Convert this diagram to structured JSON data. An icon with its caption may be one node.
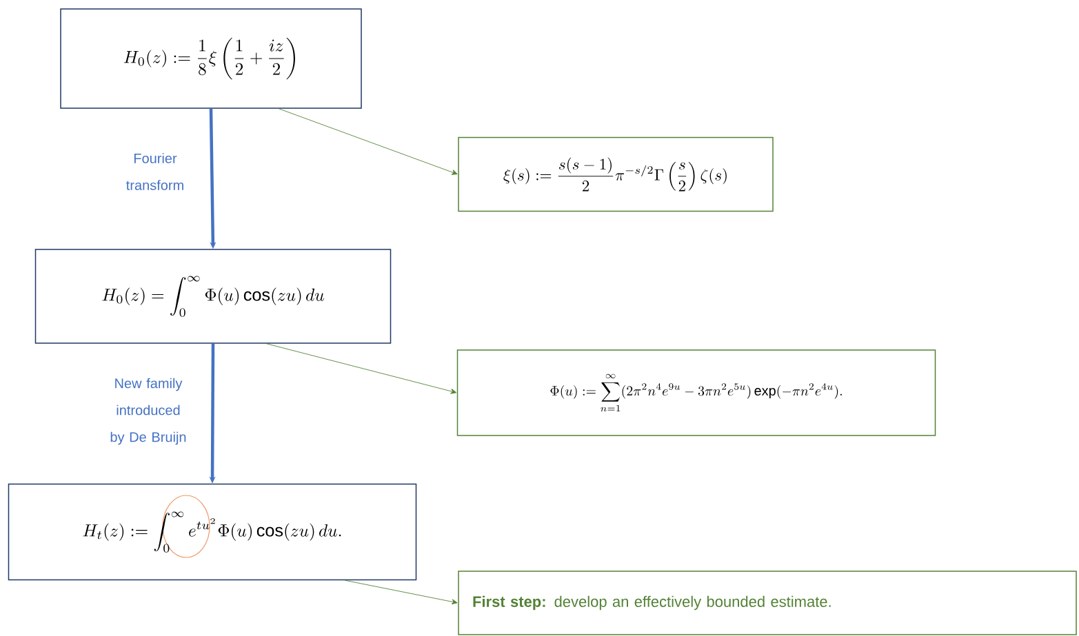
{
  "diagram": {
    "nodes": [
      {
        "text": [
          "H_0(z) := \\frac{1}{8}\\xi\\left(\\frac{1}{2}+\\frac{iz}{2}\\right)"
        ]
      },
      {
        "text": [
          "\\xi(s) := \\frac{s(s-1)}{2}\\pi^{-s/2}\\Gamma\\left(\\frac{s}{2}\\right)\\zeta(s)"
        ]
      },
      {
        "text": [
          "H_0(z) = \\int_0^\\infty \\Phi(u)\\cos(zu)\\,du"
        ]
      },
      {
        "text": [
          "\\Phi(u) := \\sum_{n=1}^\\infty (2\\pi^2n^4e^{9u}-3\\pi n^2e^{5u})\\exp(-\\pi n^2e^{4u})."
        ]
      },
      {
        "text": [
          "H_t(z) := \\int_0^\\infty e^{tu^2}\\Phi(u)\\cos(zu)\\,du."
        ]
      },
      {
        "text": [
          "**First step:** develop an effectively bounded estimate."
        ]
      }
    ],
    "edges": [
      {
        "from": 0,
        "to": 2,
        "arrow": "to",
        "label": "Fourier transform",
        "style": "thick",
        "color": "#4472c4"
      },
      {
        "from": 0,
        "to": 1,
        "arrow": "to"
      },
      {
        "from": 2,
        "to": 4,
        "arrow": "to",
        "label": "New family introduced by De Bruijn",
        "style": "thick",
        "color": "#4472c4"
      },
      {
        "from": 2,
        "to": 3,
        "arrow": "to"
      },
      {
        "from": 4,
        "to": 5,
        "arrow": "to"
      }
    ]
  }
}
